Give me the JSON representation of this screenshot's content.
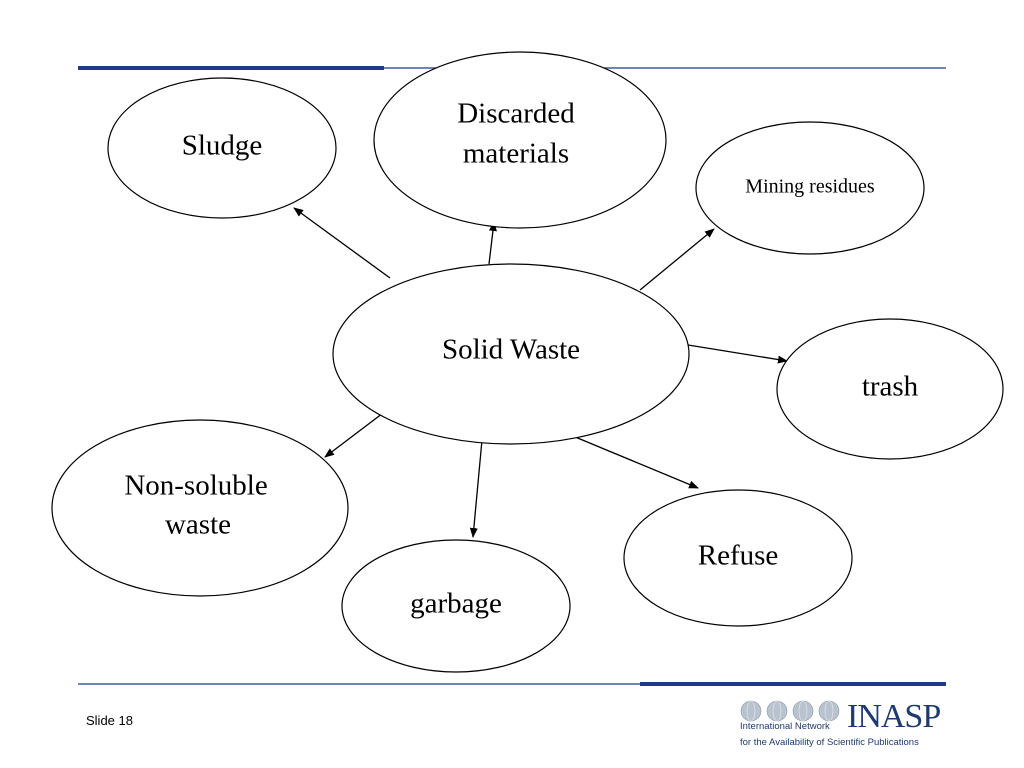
{
  "diagram": {
    "center": "Solid Waste",
    "nodes": {
      "sludge": [
        "Sludge"
      ],
      "discarded": [
        "Discarded",
        "materials"
      ],
      "mining": [
        "Mining residues"
      ],
      "trash": [
        "trash"
      ],
      "refuse": [
        "Refuse"
      ],
      "garbage": [
        "garbage"
      ],
      "nonsoluble": [
        "Non-soluble",
        "waste"
      ]
    }
  },
  "footer": {
    "slide_number": "Slide 18",
    "logo_network": "International Network",
    "logo_brand": "INASP",
    "logo_tagline": "for the Availability of Scientific Publications"
  },
  "colors": {
    "rule": "#1f3a8a",
    "text": "#000000",
    "brand": "#1f3a6e"
  }
}
